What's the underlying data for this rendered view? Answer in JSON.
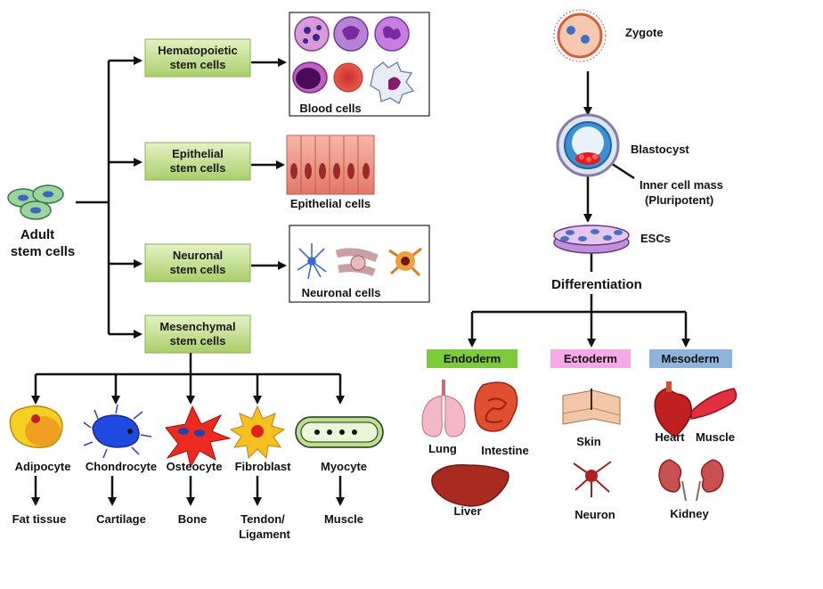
{
  "adult": {
    "title_line1": "Adult",
    "title_line2": "stem cells",
    "hematopoietic": {
      "line1": "Hematopoietic",
      "line2": "stem cells",
      "result": "Blood cells"
    },
    "epithelial": {
      "line1": "Epithelial",
      "line2": "stem cells",
      "result": "Epithelial cells"
    },
    "neuronal": {
      "line1": "Neuronal",
      "line2": "stem cells",
      "result": "Neuronal  cells"
    },
    "mesenchymal": {
      "line1": "Mesenchymal",
      "line2": "stem cells"
    },
    "cells": [
      {
        "name": "Adipocyte",
        "tissue_line1": "Fat tissue",
        "tissue_line2": ""
      },
      {
        "name": "Chondrocyte",
        "tissue_line1": "Cartilage",
        "tissue_line2": ""
      },
      {
        "name": "Osteocyte",
        "tissue_line1": "Bone",
        "tissue_line2": ""
      },
      {
        "name": "Fibroblast",
        "tissue_line1": "Tendon/",
        "tissue_line2": "Ligament"
      },
      {
        "name": "Myocyte",
        "tissue_line1": "Muscle",
        "tissue_line2": ""
      }
    ]
  },
  "embryonic": {
    "zygote": "Zygote",
    "blastocyst": "Blastocyst",
    "icm_line1": "Inner cell mass",
    "icm_line2": "(Pluripotent)",
    "escs": "ESCs",
    "differentiation": "Differentiation",
    "endoderm": {
      "label": "Endoderm",
      "color": "#7ccb3a",
      "organs": [
        "Lung",
        "Intestine",
        "Liver"
      ]
    },
    "ectoderm": {
      "label": "Ectoderm",
      "color": "#f5a9e6",
      "organs": [
        "Skin",
        "Neuron"
      ]
    },
    "mesoderm": {
      "label": "Mesoderm",
      "color": "#8fb4dc",
      "organs": [
        "Heart",
        "Muscle",
        "Kidney"
      ]
    }
  }
}
